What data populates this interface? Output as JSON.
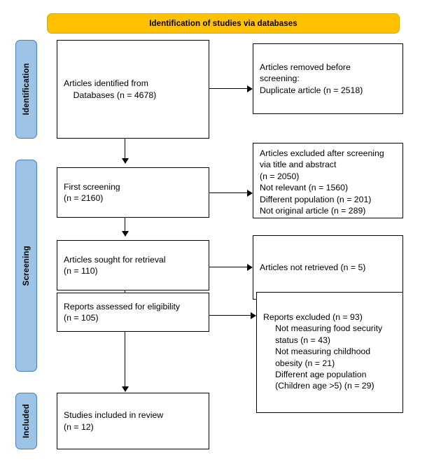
{
  "diagram": {
    "title": "PRISMA flow diagram",
    "colors": {
      "phase_header_fill": "#FFC000",
      "stage_label_fill": "#9DC3E6",
      "stage_label_border": "#4A7EBB",
      "box_border": "#000000",
      "background": "#FFFFFF",
      "text": "#000000"
    }
  },
  "phase_header": {
    "label": "Identification of studies via databases"
  },
  "stages": [
    {
      "id": "identification",
      "label": "Identification"
    },
    {
      "id": "screening",
      "label": "Screening"
    },
    {
      "id": "included",
      "label": "Included"
    }
  ],
  "boxes": {
    "identified": {
      "lines": [
        "Articles identified from",
        "    Databases (n = 4678)"
      ]
    },
    "removed_before_screening": {
      "lines": [
        "Articles removed before",
        "screening:",
        "Duplicate article (n = 2518)"
      ]
    },
    "first_screening": {
      "lines": [
        "First screening",
        "(n = 2160)"
      ]
    },
    "excluded_after_screening": {
      "lines": [
        "Articles excluded after screening",
        "via title and abstract",
        "(n = 2050)",
        "Not relevant (n = 1560)",
        "Different population (n = 201)",
        "Not original article (n = 289)"
      ]
    },
    "sought_for_retrieval": {
      "lines": [
        "Articles sought for retrieval",
        "(n = 110)"
      ]
    },
    "not_retrieved": {
      "lines": [
        "Articles not retrieved (n = 5)"
      ]
    },
    "assessed_for_eligibility": {
      "lines": [
        "Reports assessed for eligibility",
        "(n = 105)"
      ]
    },
    "reports_excluded": {
      "lines": [
        "Reports excluded (n = 93)",
        "     Not measuring food security",
        "     status (n = 43)",
        "     Not measuring childhood",
        "     obesity (n = 21)",
        "     Different age population",
        "     (Children age >5) (n = 29)"
      ]
    },
    "included_in_review": {
      "lines": [
        "Studies included in review",
        "(n = 12)"
      ]
    }
  },
  "counts": {
    "identified_from_databases": 4678,
    "duplicates_removed": 2518,
    "first_screening": 2160,
    "excluded_after_screening": 2050,
    "not_relevant": 1560,
    "different_population": 201,
    "not_original_article": 289,
    "sought_for_retrieval": 110,
    "not_retrieved": 5,
    "assessed_for_eligibility": 105,
    "reports_excluded": 93,
    "not_measuring_food_security_status": 43,
    "not_measuring_childhood_obesity": 21,
    "different_age_population": 29,
    "studies_included_in_review": 12
  }
}
